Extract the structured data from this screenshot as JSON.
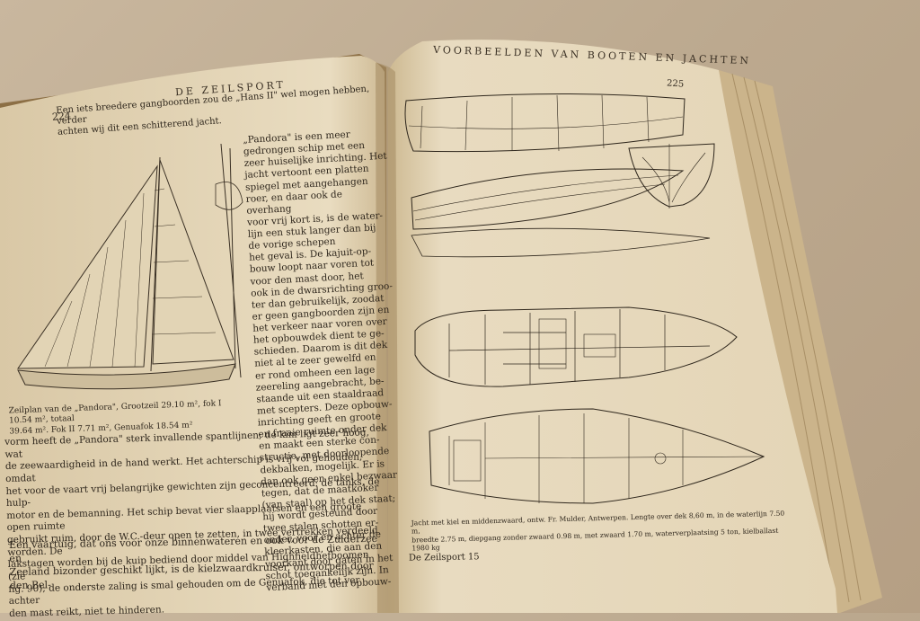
{
  "book": {
    "left_page": {
      "header": "DE ZEILSPORT",
      "page_number": "224",
      "intro": "Een iets breedere gangboorden zou de „Hans II\" wel mogen hebben, verder\nachten wij dit een schitterend jacht.",
      "pandora_para": "„Pandora\" is een meer gedrongen schip met een zeer huiselijke inrichting. Het\njacht vertoont een platten spiegel met aangehangen roer, en daar ook de overhang\nvoor vrij kort is, is de water-\nlijn een stuk langer dan bij\nde vorige schepen\nhet geval is. De kajuit-op-\nbouw loopt naar voren tot\nvoor den mast door, het\nook in de dwarsrichting groo-\nter dan gebruikelijk, zoodat\ner geen gangboorden zijn en\nhet verkeer naar voren over\nhet opbouwdek dient te ge-\nschieden. Daarom is dit dek\nniet al te zeer gewelfd en\ner rond omheen een lage\nzeereling aangebracht, be-\nstaande uit een staaldraad\nmet scepters. Deze opbouw-\ninrichting geeft en groote\nen fraaie ruimte onder dek\nen maakt een sterke con-\nstructie, met doorloopende\ndekbalken, mogelijk. Er is\ndan ook geen enkel bezwaar\ntegen, dat de maatkoker\n(van staal) op het dek staat;\nhij wordt gesteund door\ntwee stalen schotten er-\nonder, voor en achter de\nkleerkasten, die aan den\nvoorkant door gaten in het\nschot toegankelijk zijn. In\nverband met den opbouw-",
      "caption": "Zeilplan van de „Pandora\", Grootzeil 29.10 m², fok I 10.54 m², totaal\n39.64 m². Fok II 7.71 m², Genuafok 18.54 m²",
      "continuation": "vorm heeft de „Pandora\" sterk invallende spantlijnen; de kim ligt zeer hoog, wat\nde zeewaardigheid in de hand werkt. Het achterschip is vrij vol gehouden, omdat\nhet voor de vaart vrij belangrijke gewichten zijn geconcentreerd: de tanks, de hulp-\nmotor en de bemanning. Het schip bevat vier slaapplaatsen en een groote open ruimte\ngebruikt ruim, door de W.C.-deur open te zetten, in twee vertrekken verdeeld worden. De\nlakstagen worden bij de kuip bediend door middel van Highfieldhefboomen (zie\nfig. 90); de onderste zaling is smal gehouden om de Genuafok, die tot ver achter\nden mast reikt, niet te hinderen.",
      "final_para": "Een vaartuig, dat ons voor onze binnenwateren en ook voor de Zuiderzee en\nZeeland bizonder geschikt lijkt, is de kielzwaardkruiser, ontworpen door den Bel-"
    },
    "right_page": {
      "header": "VOORBEELDEN VAN BOOTEN EN JACHTEN",
      "page_number": "225",
      "caption": "Jacht met kiel en middenzwaard, ontw. Fr. Mulder, Antwerpen. Lengte over dek 8,60 m, in de waterlijn 7.50 m,\nbreedte 2.75 m, diepgang zonder zwaard 0.98 m, met zwaard 1.70 m, waterverplaatsing 5 ton, kielballast 1980 kg",
      "footer": "De Zeilsport 15"
    }
  },
  "colors": {
    "background": "#bca98f",
    "paper": "#e6d9bf",
    "ink": "#2e261c"
  }
}
